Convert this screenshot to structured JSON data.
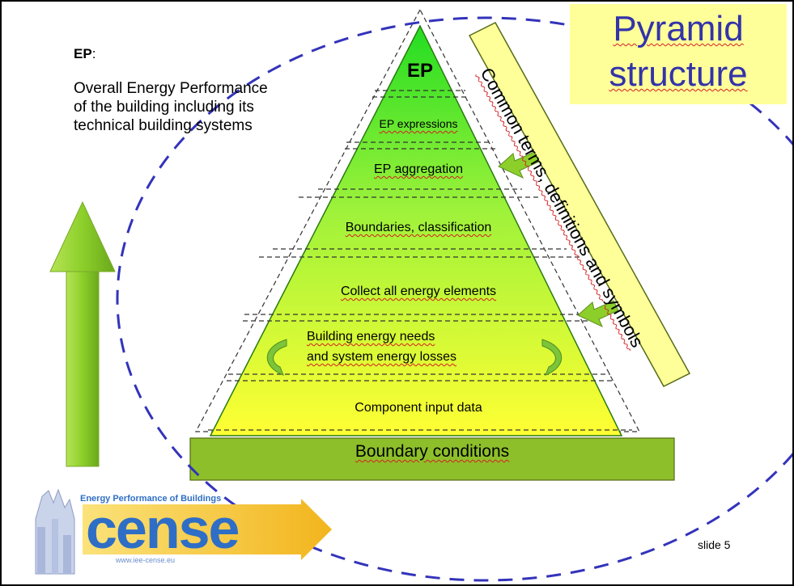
{
  "title": {
    "line1": "Pyramid",
    "line2": "structure"
  },
  "ep_label": "EP",
  "ep_colon": ":",
  "ep_description": "Overall Energy Performance of the building including its technical building systems",
  "pyramid": {
    "apex_label": "EP",
    "layers": [
      "EP expressions",
      "EP aggregation",
      "Boundaries, classification",
      "Collect all energy elements",
      "Building energy needs",
      "and system energy losses",
      "Component input data"
    ],
    "base_label": "Boundary conditions"
  },
  "side_banner": "Common terms, definitions and symbols",
  "logo": {
    "heading": "Energy Performance of Buildings",
    "word": "cense",
    "url": "www.iee-cense.eu"
  },
  "slide_number": "slide 5",
  "colors": {
    "title_bg": "#ffff99",
    "title_text": "#3333aa",
    "pyramid_top": "#22dd22",
    "pyramid_bottom": "#ffff33",
    "base_fill": "#8dbf2a",
    "arrow_fill": "#8ccf2a",
    "ellipse_stroke": "#3333bb",
    "logo_blue": "#2e6ec6",
    "logo_arrow": "#f6c52c"
  }
}
